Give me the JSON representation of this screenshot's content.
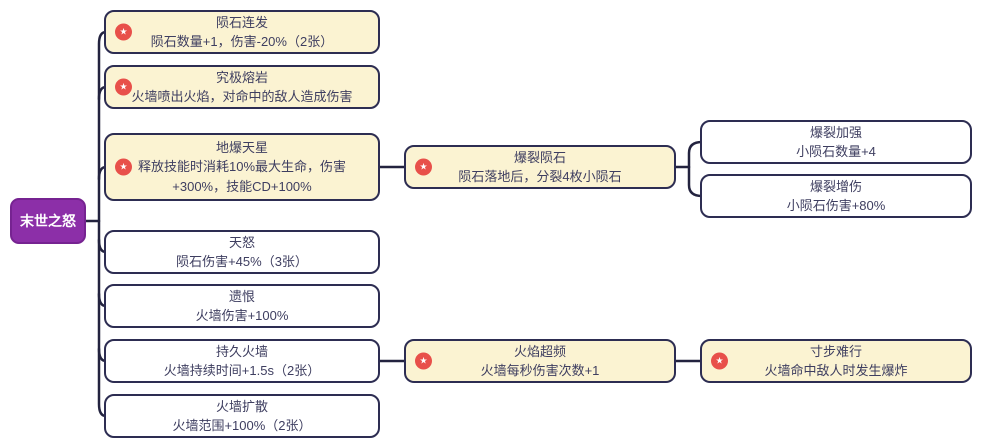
{
  "root": {
    "label": "末世之怒"
  },
  "badge_glyph": "★",
  "colors": {
    "root_bg": "#8c2fa8",
    "root_border": "#762391",
    "highlight_bg": "#fbf3d2",
    "normal_bg": "#ffffff",
    "node_border": "#2d2d52",
    "line": "#23233f",
    "badge_bg": "#e8504a",
    "text": "#3e3e60"
  },
  "nodes": [
    {
      "title": "陨石连发",
      "desc": "陨石数量+1，伤害-20%（2张）",
      "starred": true
    },
    {
      "title": "究极熔岩",
      "desc": "火墙喷出火焰，对命中的敌人造成伤害",
      "starred": true
    },
    {
      "title": "地爆天星",
      "desc": "释放技能时消耗10%最大生命，伤害+300%，技能CD+100%",
      "starred": true
    },
    {
      "title": "爆裂陨石",
      "desc": "陨石落地后，分裂4枚小陨石",
      "starred": true
    },
    {
      "title": "爆裂加强",
      "desc": "小陨石数量+4",
      "starred": false
    },
    {
      "title": "爆裂增伤",
      "desc": "小陨石伤害+80%",
      "starred": false
    },
    {
      "title": "天怒",
      "desc": "陨石伤害+45%（3张）",
      "starred": false
    },
    {
      "title": "遗恨",
      "desc": "火墙伤害+100%",
      "starred": false
    },
    {
      "title": "持久火墙",
      "desc": "火墙持续时间+1.5s（2张）",
      "starred": false
    },
    {
      "title": "火焰超频",
      "desc": "火墙每秒伤害次数+1",
      "starred": true
    },
    {
      "title": "寸步难行",
      "desc": "火墙命中敌人时发生爆炸",
      "starred": true
    },
    {
      "title": "火墙扩散",
      "desc": "火墙范围+100%（2张）",
      "starred": false
    }
  ]
}
